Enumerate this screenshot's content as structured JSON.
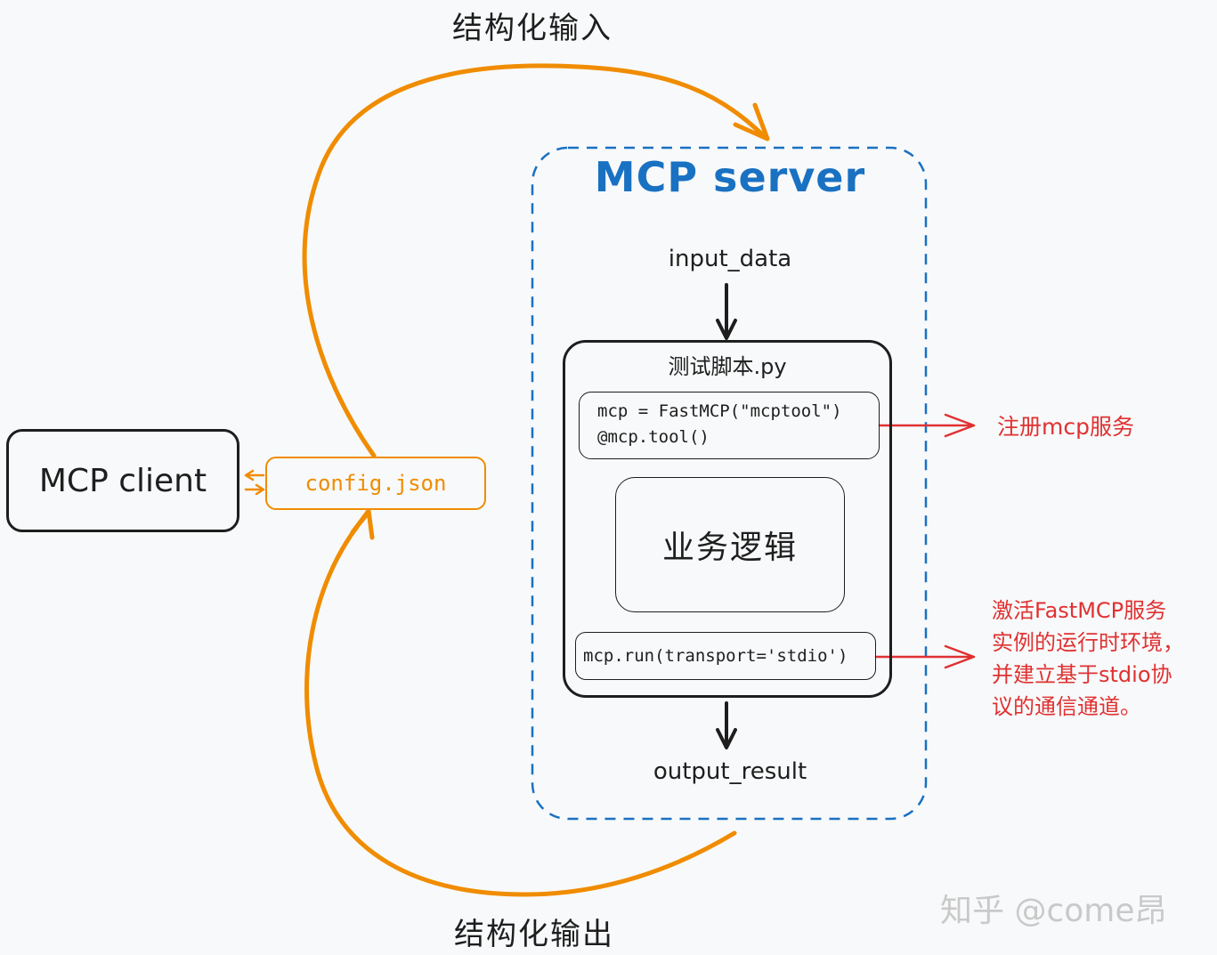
{
  "diagram": {
    "top_label": "结构化输入",
    "bottom_label": "结构化输出",
    "client_label": "MCP client",
    "config_label": "config.json",
    "server_title": "MCP server",
    "input_label": "input_data",
    "output_label": "output_result",
    "script_title": "测试脚本.py",
    "code_register_lines": [
      "mcp = FastMCP(\"mcptool\")",
      "@mcp.tool()"
    ],
    "business_label": "业务逻辑",
    "code_run": "mcp.run(transport='stdio')",
    "note_register": "注册mcp服务",
    "note_run_lines": [
      "激活FastMCP服务",
      "实例的运行时环境，",
      "并建立基于stdio协",
      "议的通信通道。"
    ],
    "watermark": "知乎 @come昂"
  },
  "colors": {
    "orange": "#f08c00",
    "blue": "#1971c2",
    "red": "#e03131",
    "dark": "#1e1e1e",
    "background": "#f8f9fa"
  }
}
